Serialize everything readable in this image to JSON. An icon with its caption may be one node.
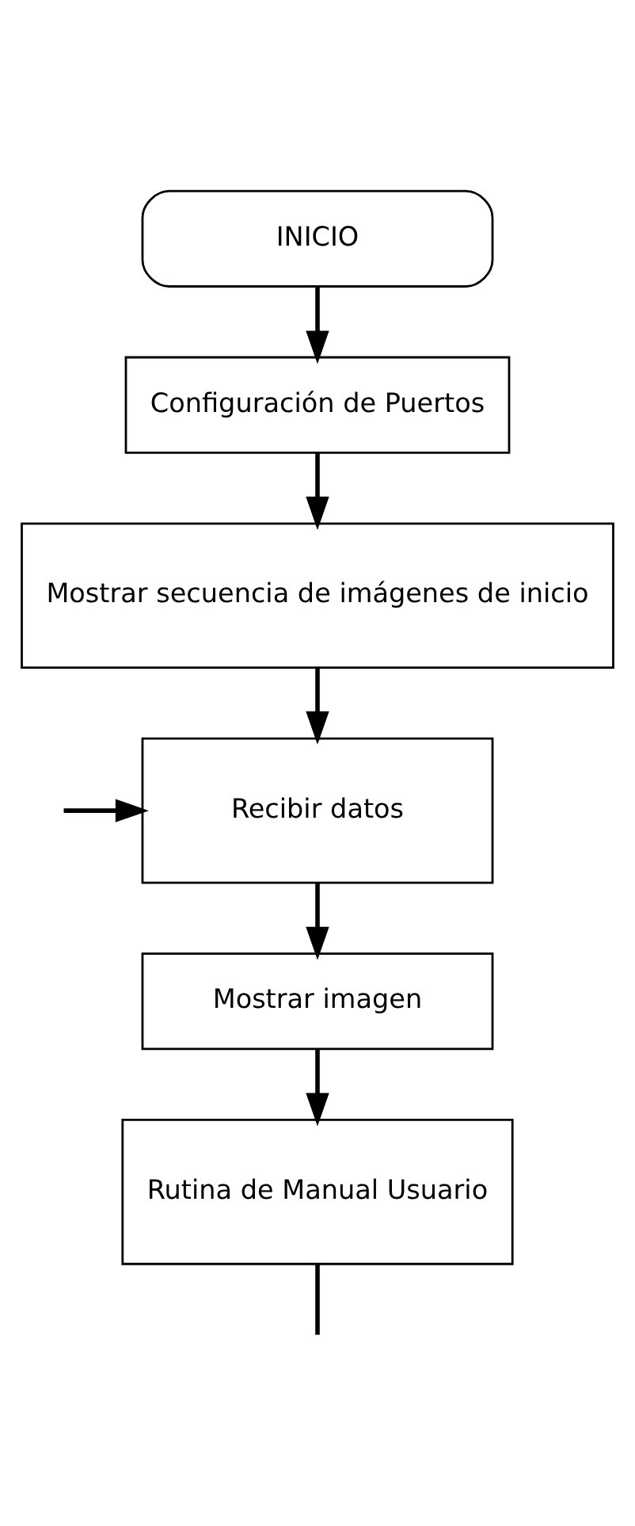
{
  "diagram": {
    "nodes": [
      {
        "text": [
          "INICIO"
        ]
      },
      {
        "text": [
          "Configuración de Puertos"
        ]
      },
      {
        "text": [
          "Mostrar secuencia de imágenes de inicio"
        ]
      },
      {
        "text": [
          "Recibir datos"
        ]
      },
      {
        "text": [
          "Mostrar imagen"
        ]
      },
      {
        "text": [
          "Rutina de Manual Usuario"
        ]
      }
    ],
    "edges": [
      {
        "from": 0,
        "to": 1,
        "arrow": "to"
      },
      {
        "from": 1,
        "to": 2,
        "arrow": "to"
      },
      {
        "from": 2,
        "to": 3,
        "arrow": "to"
      },
      {
        "from": null,
        "to": 3,
        "arrow": "to"
      },
      {
        "from": 3,
        "to": 4,
        "arrow": "to"
      },
      {
        "from": 4,
        "to": 5,
        "arrow": "to"
      },
      {
        "from": 5,
        "to": null,
        "arrow": "none"
      }
    ]
  }
}
